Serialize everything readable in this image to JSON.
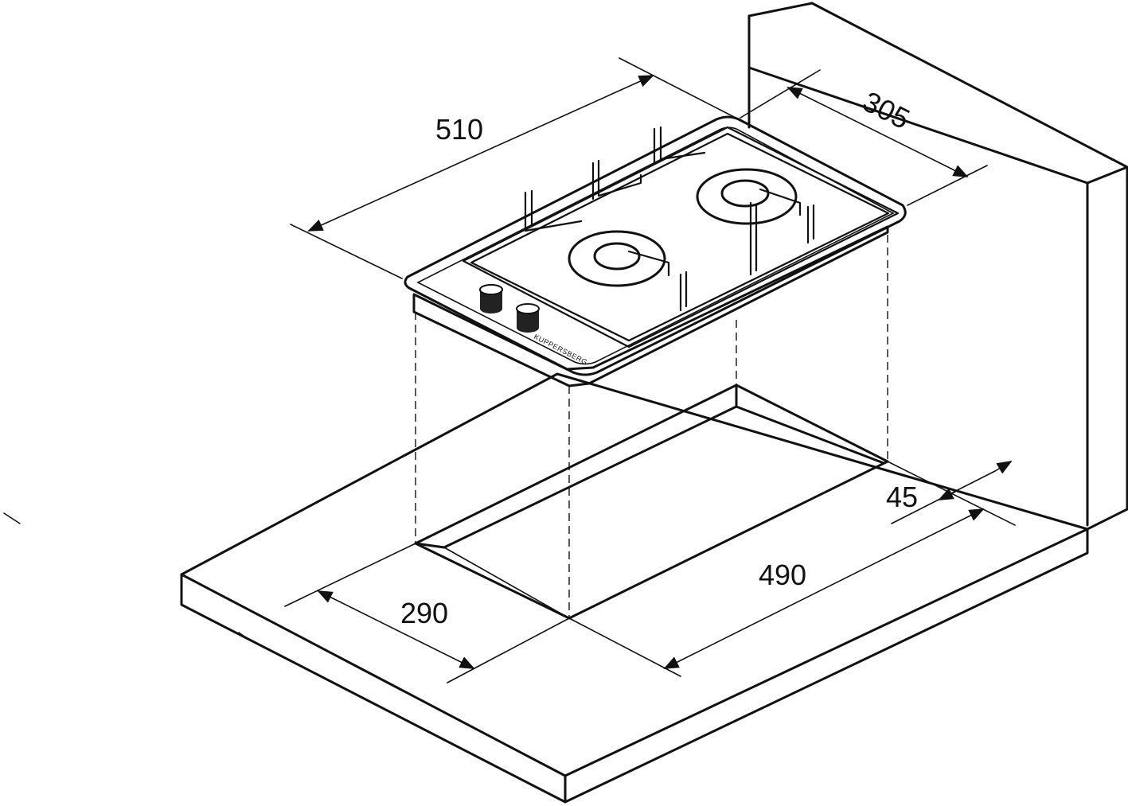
{
  "dimensions": {
    "hob_width": "510",
    "hob_depth": "305",
    "cutout_width": "490",
    "cutout_depth": "290",
    "wall_clearance": "45"
  },
  "brand": "KUPPERSBERG",
  "icons": [
    "gas-hob-icon",
    "burner-icon",
    "control-knob-icon"
  ]
}
